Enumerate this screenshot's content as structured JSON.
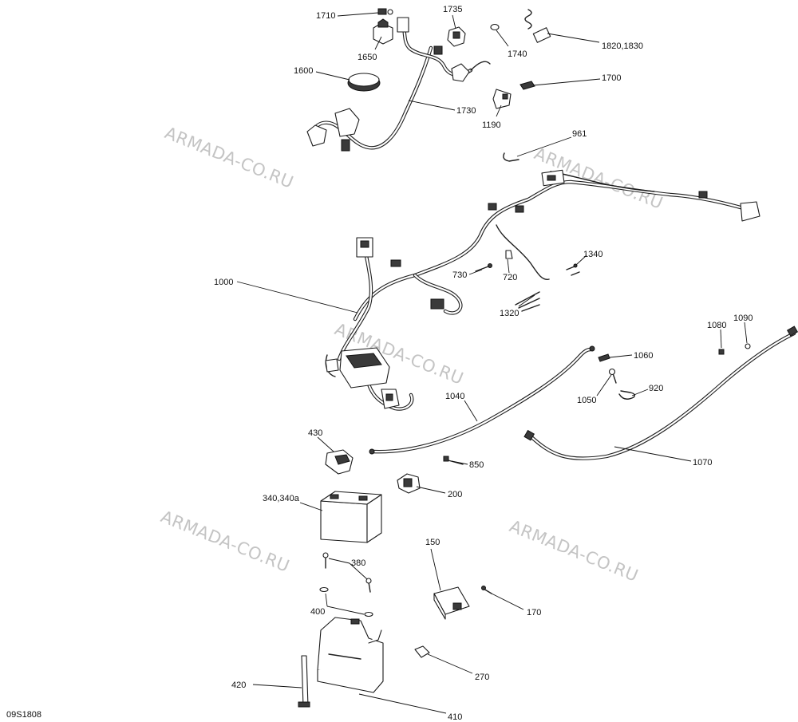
{
  "watermark_text": "ARMADA-CO.RU",
  "diagram_code": "09S1808",
  "callouts": {
    "c1710": "1710",
    "c1650": "1650",
    "c1735": "1735",
    "c1740": "1740",
    "c1820": "1820,1830",
    "c1600": "1600",
    "c1730": "1730",
    "c1700": "1700",
    "c1190": "1190",
    "c961": "961",
    "c1000": "1000",
    "c1340": "1340",
    "c730": "730",
    "c720": "720",
    "c1320": "1320",
    "c1080": "1080",
    "c1090": "1090",
    "c1060": "1060",
    "c1040": "1040",
    "c1050": "1050",
    "c920": "920",
    "c430": "430",
    "c850": "850",
    "c1070": "1070",
    "c200": "200",
    "c340": "340,340a",
    "c380": "380",
    "c150": "150",
    "c400": "400",
    "c170": "170",
    "c270": "270",
    "c420": "420",
    "c410": "410"
  }
}
